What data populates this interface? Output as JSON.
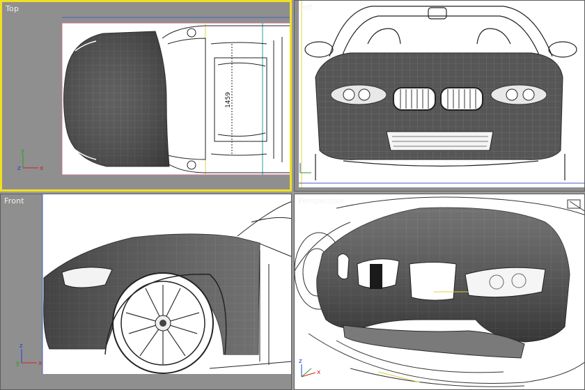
{
  "viewports": {
    "top": {
      "label": "Top",
      "active": true,
      "dimension": "1459"
    },
    "left": {
      "label": "Left",
      "active": false
    },
    "front": {
      "label": "Front",
      "active": false
    },
    "perspective": {
      "label": "Perspective",
      "active": false
    }
  },
  "axis_labels": {
    "x": "x",
    "y": "y",
    "z": "z"
  },
  "colors": {
    "active_border": "#f0e020",
    "viewport_bg": "#8f8f8f",
    "mesh": "#5d5d5d",
    "axis_x": "#d02020",
    "axis_y": "#20a020",
    "axis_z": "#2040d0"
  }
}
